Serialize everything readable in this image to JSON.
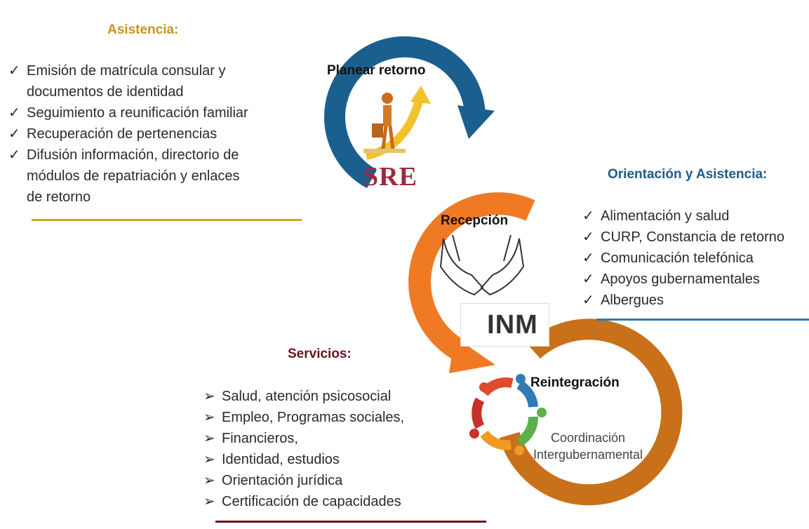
{
  "sections": {
    "asistencia": {
      "title": "Asistencia:",
      "items": [
        "Emisión de matrícula consular y",
        "documentos de identidad",
        "Seguimiento a reunificación familiar",
        "Recuperación de pertenencias",
        "Difusión información, directorio de",
        "módulos de repatriación y enlaces",
        "de retorno"
      ],
      "checked": [
        true,
        false,
        true,
        true,
        true,
        false,
        false
      ]
    },
    "orientacion": {
      "title": "Orientación y Asistencia:",
      "items": [
        "Alimentación y salud",
        "CURP, Constancia de retorno",
        "Comunicación telefónica",
        "Apoyos gubernamentales",
        "Albergues"
      ]
    },
    "servicios": {
      "title": "Servicios:",
      "items": [
        "Salud, atención psicosocial",
        "Empleo, Programas sociales,",
        "Financieros,",
        "Identidad, estudios",
        "Orientación jurídica",
        "Certificación de capacidades"
      ]
    }
  },
  "stages": {
    "planear": {
      "label": "Planear retorno",
      "logo": "SRE",
      "icon": "climbing-person-arrow-icon"
    },
    "recepcion": {
      "label": "Recepción",
      "logo": "INM",
      "icon": "open-hands-icon"
    },
    "reintegracion": {
      "label": "Reintegración",
      "icon": "team-circle-icon",
      "note_line1": "Coordinación",
      "note_line2": "Intergubernamental"
    }
  },
  "markers": {
    "check": "✓",
    "arrow": "➢"
  },
  "colors": {
    "planear_ring": "#1b5f8f",
    "recepcion_ring": "#f07a24",
    "reintegracion_ring": "#c8701a",
    "title_gold": "#c8951c",
    "title_blue": "#1f5b8a",
    "title_maroon": "#6a1220",
    "line_gold": "#d4a21f",
    "line_blue": "#2e7bb6",
    "line_maroon": "#6a1220"
  }
}
